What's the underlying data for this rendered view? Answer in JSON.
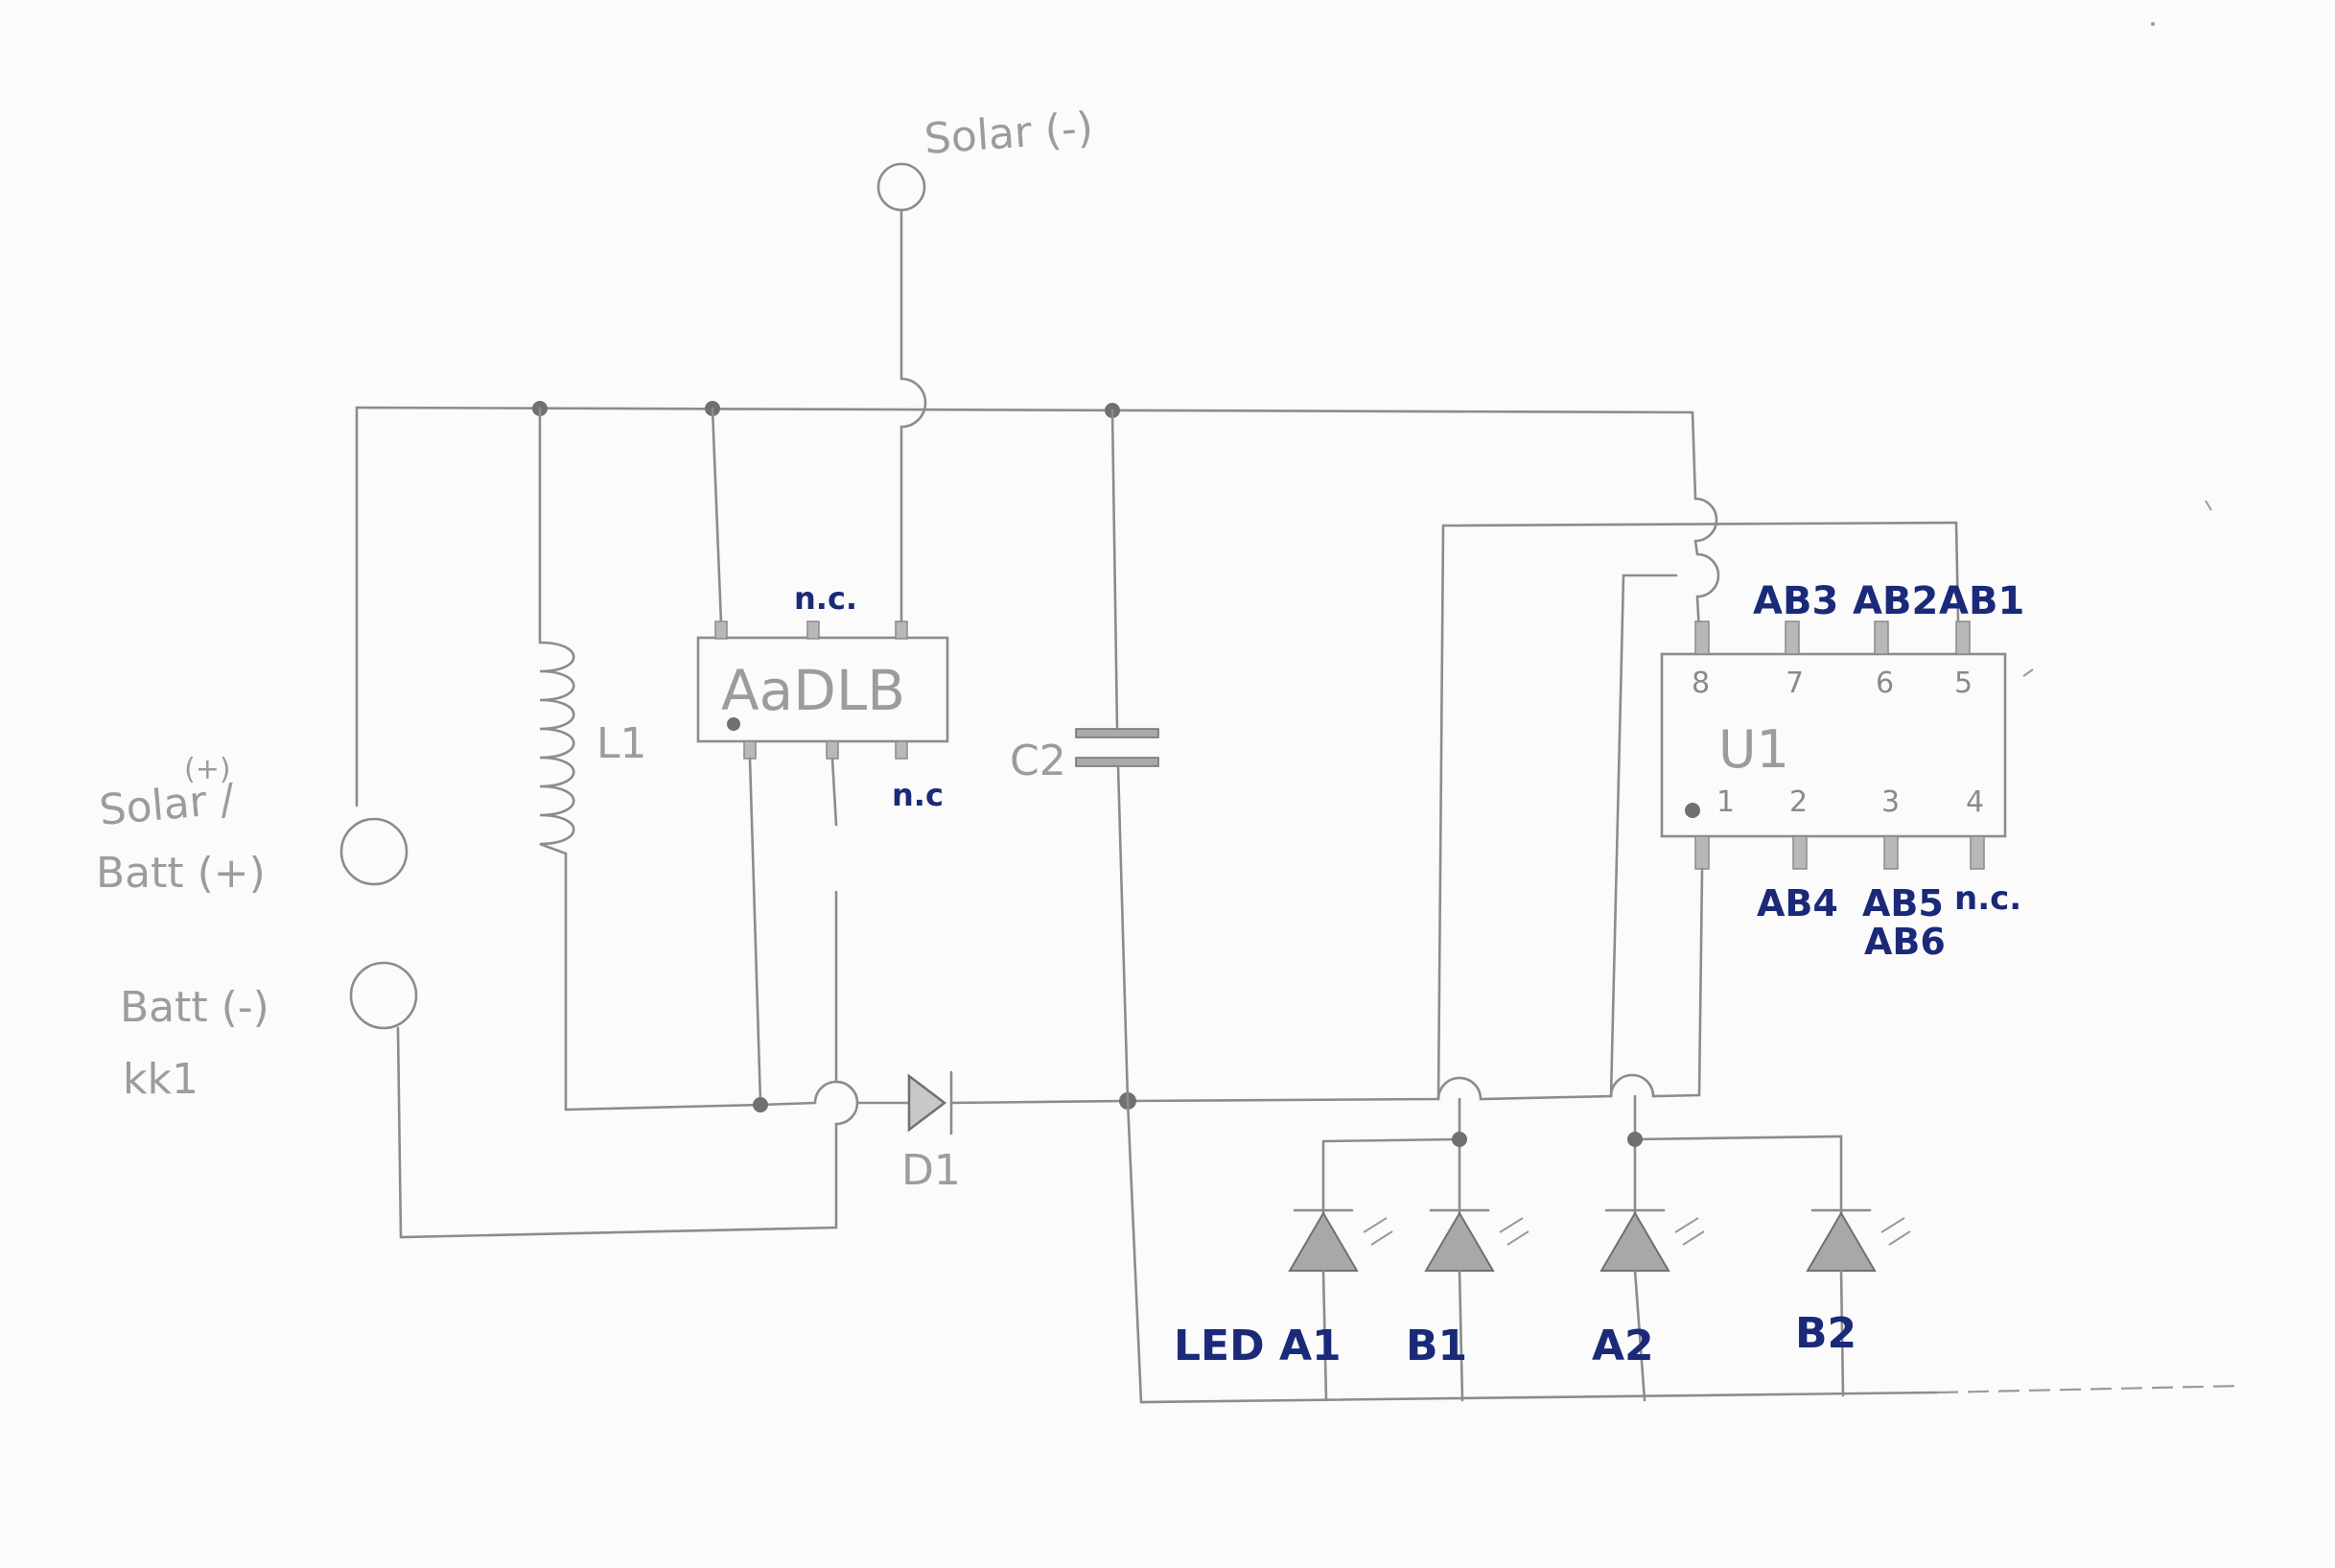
{
  "labels": {
    "solar_minus": "Solar (-)",
    "solar_plus_sign": "(+)",
    "solar_plus": "Solar /",
    "batt_plus": "Batt (+)",
    "batt_minus": "Batt (-)",
    "batt_num": "kk1",
    "inductor": "L1",
    "ic_small": "AaDLB",
    "nc_top": "n.c.",
    "nc_bottom": "n.c",
    "capacitor": "C2",
    "diode": "D1",
    "ic_main": "U1",
    "nc_u1": "n.c.",
    "led_prefix": "LED",
    "led_a1": "A1",
    "led_b1": "B1",
    "led_a2": "A2",
    "led_b2": "B2"
  },
  "u1_pins_top": [
    "8",
    "7",
    "6",
    "5"
  ],
  "u1_pins_bottom": [
    "1",
    "2",
    "3",
    "4"
  ],
  "u1_top_nets": [
    "AB3",
    "AB2",
    "AB1"
  ],
  "u1_bottom_nets": [
    "AB4",
    "AB5",
    "AB6"
  ]
}
